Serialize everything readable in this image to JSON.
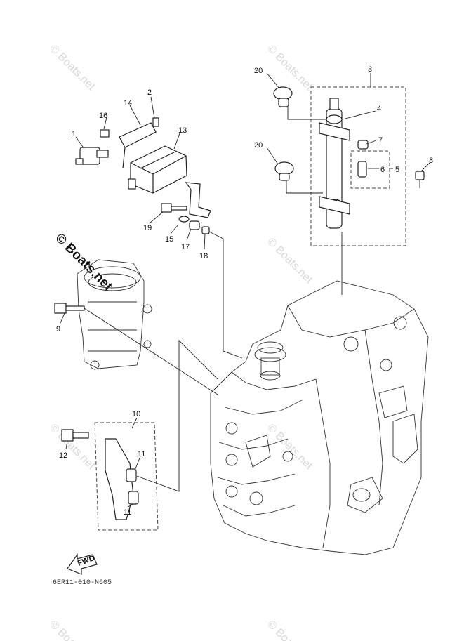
{
  "watermark_text": "© Boats.net",
  "diagram_code": "6ER11-010-N605",
  "fwd_label": "FWD",
  "callouts": {
    "c1": "1",
    "c2": "2",
    "c3": "3",
    "c4": "4",
    "c5": "5",
    "c6": "6",
    "c7": "7",
    "c8": "8",
    "c9": "9",
    "c10": "10",
    "c11a": "11",
    "c11b": "11",
    "c12": "12",
    "c13": "13",
    "c14": "14",
    "c15": "15",
    "c16": "16",
    "c17": "17",
    "c18": "18",
    "c19": "19",
    "c20a": "20",
    "c20b": "20"
  }
}
